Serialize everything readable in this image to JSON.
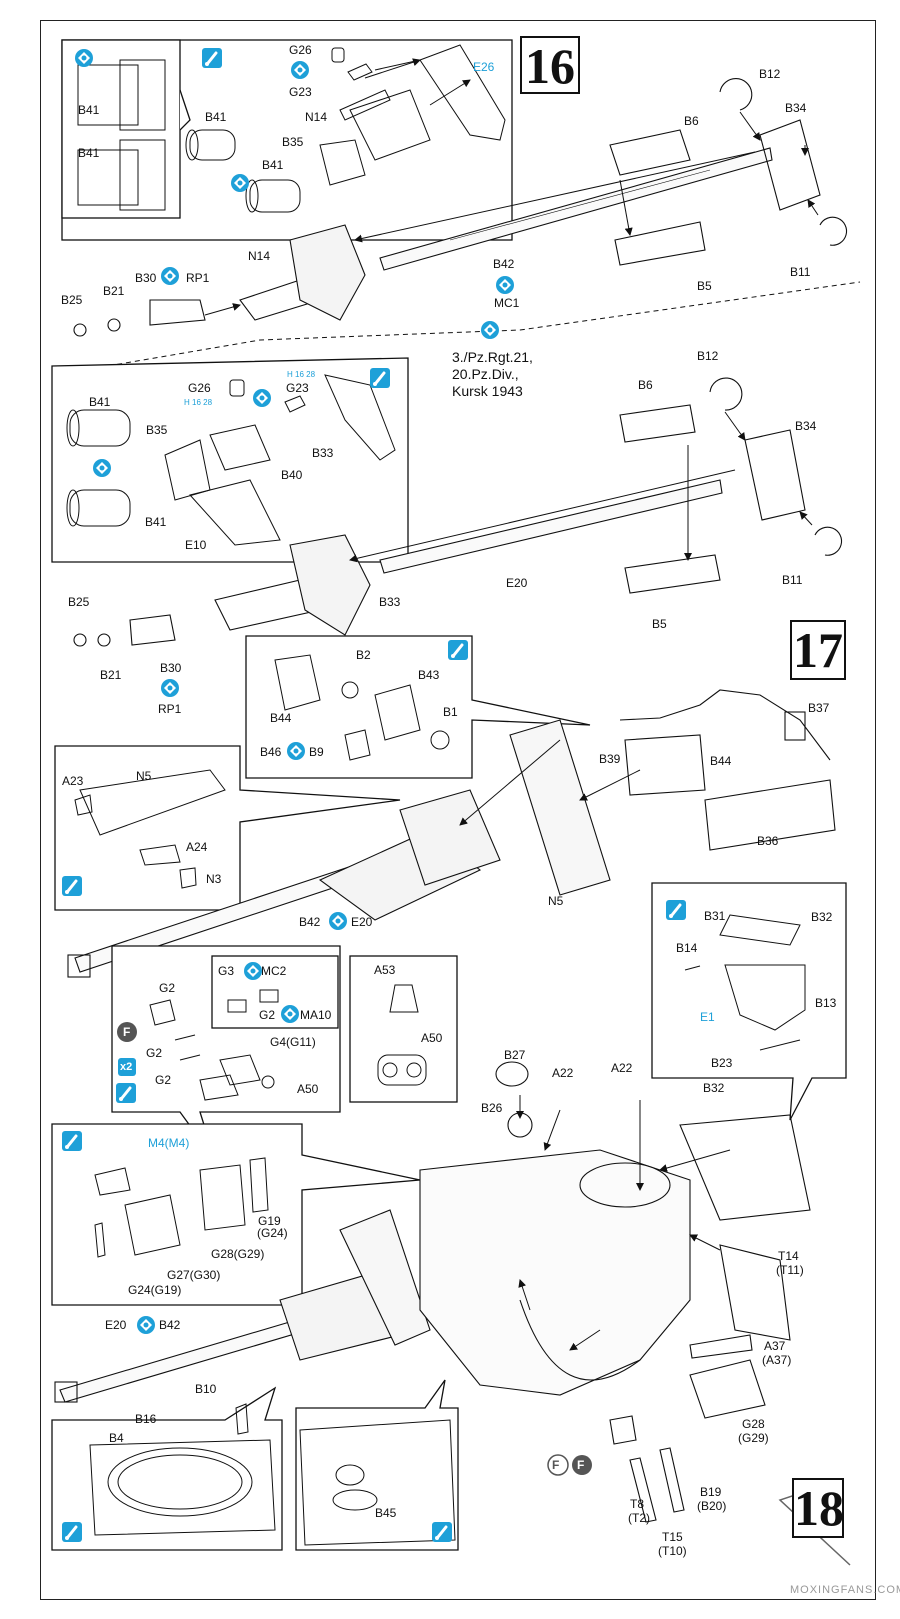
{
  "steps": {
    "s16": "16",
    "s17": "17",
    "s18": "18"
  },
  "note": {
    "line1": "3./Pz.Rgt.21,",
    "line2": "20.Pz.Div.,",
    "line3": "Kursk 1943"
  },
  "watermark": "MOXINGFANS.COM",
  "mini": {
    "h": "H",
    "n16": "16",
    "n28": "28"
  },
  "labels": {
    "b41a": "B41",
    "b41b": "B41",
    "b41c": "B41",
    "b41d": "B41",
    "g26": "G26",
    "g23": "G23",
    "e26": "E26",
    "n14a": "N14",
    "b35": "B35",
    "b12": "B12",
    "b34": "B34",
    "b6": "B6",
    "b11": "B11",
    "b5": "B5",
    "n14b": "N14",
    "b42": "B42",
    "mc1": "MC1",
    "b30": "B30",
    "rp1": "RP1",
    "b21": "B21",
    "b25": "B25",
    "b41e": "B41",
    "b35b": "B35",
    "b41f": "B41",
    "g26b": "G26",
    "g23b": "G23",
    "b40": "B40",
    "b33": "B33",
    "e10": "E10",
    "b12b": "B12",
    "b6b": "B6",
    "b34b": "B34",
    "e20": "E20",
    "b11b": "B11",
    "b5b": "B5",
    "b25b": "B25",
    "b33b": "B33",
    "b21b": "B21",
    "b30b": "B30",
    "rp1b": "RP1",
    "b2": "B2",
    "b43": "B43",
    "b1": "B1",
    "b44": "B44",
    "b46": "B46",
    "b9": "B9",
    "b37": "B37",
    "b39": "B39",
    "b44b": "B44",
    "b36": "B36",
    "a23": "A23",
    "n5": "N5",
    "a24": "A24",
    "n3": "N3",
    "n5b": "N5",
    "b42b": "B42",
    "e20b": "E20",
    "b31": "B31",
    "b32": "B32",
    "b14": "B14",
    "b13": "B13",
    "e1": "E1",
    "b23": "B23",
    "g2a": "G2",
    "g3": "G3",
    "mc2": "MC2",
    "g2b": "G2",
    "ma10": "MA10",
    "g4": "G4(G11)",
    "g2c": "G2",
    "g2d": "G2",
    "a50": "A50",
    "a53": "A53",
    "a50b": "A50",
    "b27": "B27",
    "a22a": "A22",
    "a22b": "A22",
    "b26": "B26",
    "b32b": "B32",
    "m4": "M4(M4)",
    "g19": "G19",
    "g24p": "(G24)",
    "g28": "G28(G29)",
    "g27": "G27(G30)",
    "g24": "G24(G19)",
    "t14": "T14",
    "t11": "(T11)",
    "e20c": "E20",
    "b42c": "B42",
    "a37": "A37",
    "a37p": "(A37)",
    "g28b": "G28",
    "g29p": "(G29)",
    "b10": "B10",
    "b16": "B16",
    "b4": "B4",
    "b45": "B45",
    "t8": "T8",
    "t2": "(T2)",
    "t15": "T15",
    "t10": "(T10)",
    "b19": "B19",
    "b20": "(B20)",
    "f": "F",
    "x2": "x2"
  },
  "colors": {
    "accent": "#1ea0d8",
    "ink": "#111111",
    "grey": "#8a8a8a"
  },
  "icons": [
    "glue-icon",
    "paint-icon",
    "flip-icon",
    "remove-icon"
  ]
}
